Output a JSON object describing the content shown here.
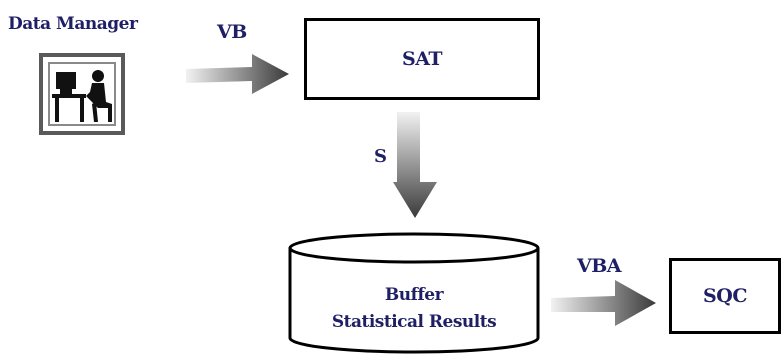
{
  "nodes": {
    "data_manager": "Data Manager",
    "sat": "SAT",
    "buffer_line1": "Buffer",
    "buffer_line2": "Statistical Results",
    "sqc": "SQC"
  },
  "edges": {
    "vb": "VB",
    "s": "S",
    "vba": "VBA"
  },
  "colors": {
    "text": "#1f1f66",
    "arrow_light": "#f2f2f2",
    "arrow_dark": "#3a3a3a",
    "icon_frame": "#5a5a5a"
  }
}
